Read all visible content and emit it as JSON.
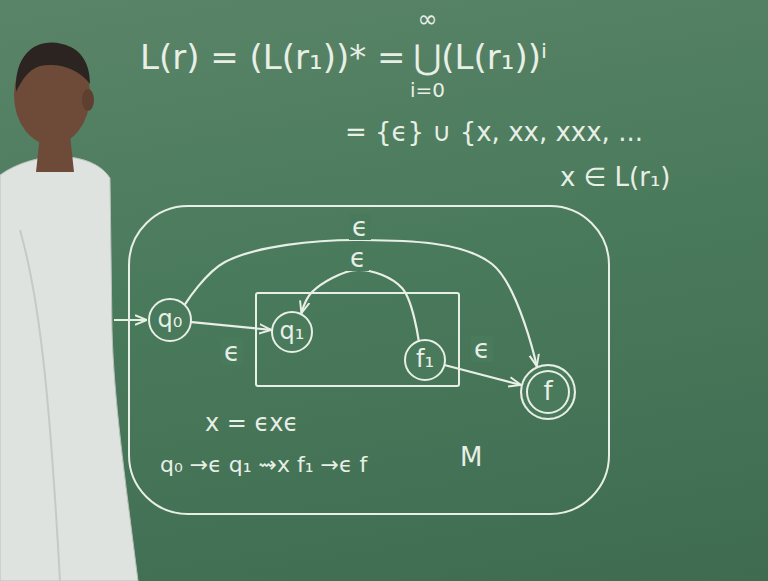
{
  "diagram": {
    "nodes": [
      {
        "text": [
          "M"
        ]
      },
      {
        "text": [
          "q₀"
        ],
        "in": 0
      },
      {
        "text": [],
        "in": 0
      },
      {
        "text": [
          "q₁"
        ],
        "in": 2
      },
      {
        "text": [
          "f₁"
        ],
        "in": 2
      },
      {
        "text": [
          "f"
        ],
        "in": 0
      }
    ],
    "edges": [
      {
        "from": 1,
        "to": 3,
        "arrow": "to",
        "label": "ϵ"
      },
      {
        "from": 4,
        "to": 3,
        "arrow": "to",
        "label": "ϵ"
      },
      {
        "from": 1,
        "to": 5,
        "arrow": "to",
        "label": "ϵ"
      },
      {
        "from": 4,
        "to": 5,
        "arrow": "to",
        "label": "ϵ"
      }
    ],
    "labels": [
      "L(r) = (L(r₁))* =",
      "∞",
      "⋃(L(r₁))ⁱ",
      "i=0",
      "= {ϵ} ∪ {x, xx, xxx, ...",
      "x ∈ L(r₁)",
      "x = ϵxϵ",
      "q₀ →ϵ q₁ ⇝x f₁ →ϵ f"
    ]
  }
}
